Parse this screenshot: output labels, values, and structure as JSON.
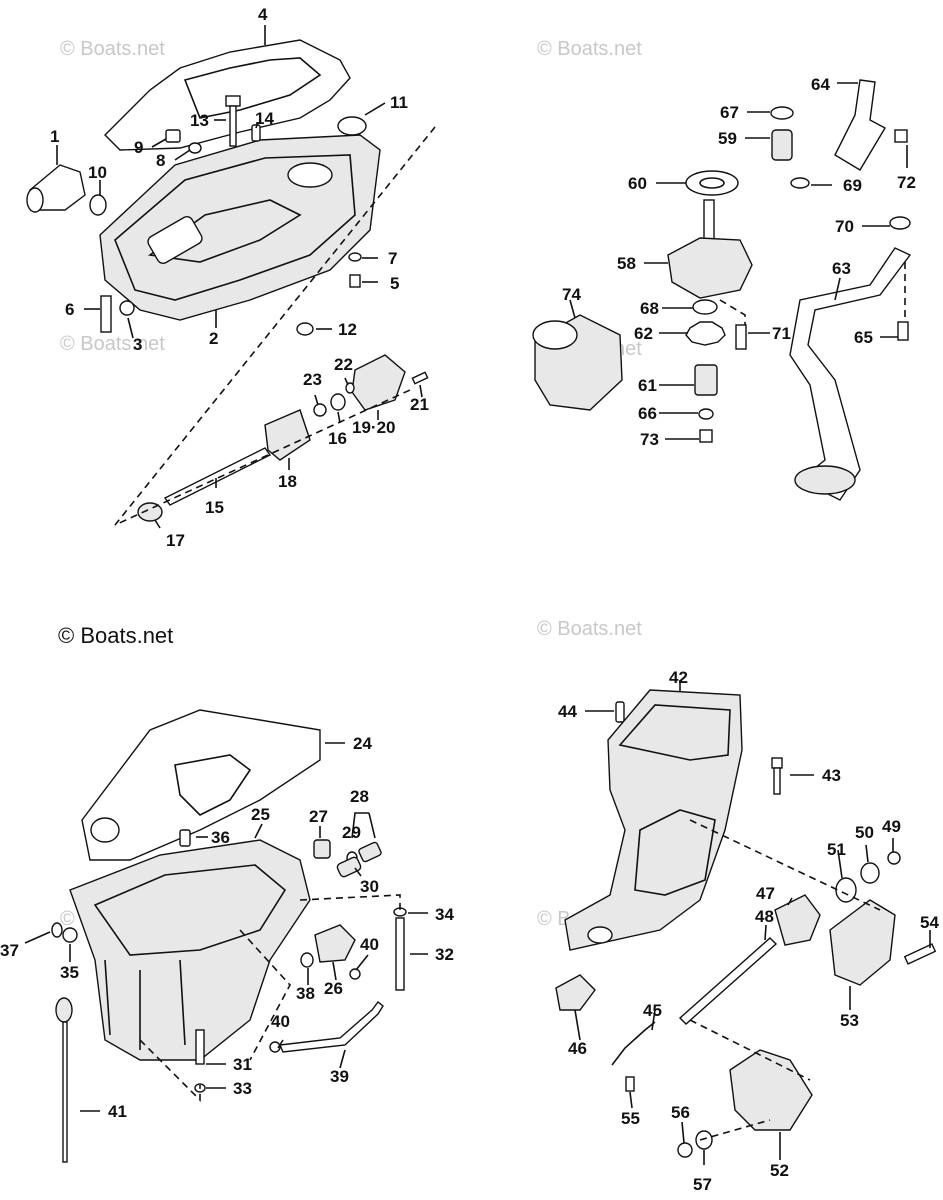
{
  "watermarks": {
    "q1": "© Boats.net",
    "q2": "© Boats.net",
    "q3": "© Boats.net",
    "q4": "© Boats.net",
    "q5": "© Boats.net",
    "q6": "© Boats.net",
    "q7": "© Boats.net",
    "q8": "© Boats.net"
  },
  "labels": {
    "n1": "1",
    "n2": "2",
    "n3": "3",
    "n4": "4",
    "n5": "5",
    "n6": "6",
    "n7": "7",
    "n8": "8",
    "n9": "9",
    "n10": "10",
    "n11": "11",
    "n12": "12",
    "n13": "13",
    "n14": "14",
    "n15": "15",
    "n16": "16",
    "n17": "17",
    "n18": "18",
    "n19_20": "19·20",
    "n21": "21",
    "n22": "22",
    "n23": "23",
    "n24": "24",
    "n25": "25",
    "n26": "26",
    "n27": "27",
    "n28": "28",
    "n29": "29",
    "n30": "30",
    "n31": "31",
    "n32": "32",
    "n33": "33",
    "n34": "34",
    "n35": "35",
    "n36": "36",
    "n37": "37",
    "n38": "38",
    "n39": "39",
    "n40a": "40",
    "n40b": "40",
    "n41": "41",
    "n42": "42",
    "n43": "43",
    "n44": "44",
    "n45": "45",
    "n46": "46",
    "n47": "47",
    "n48": "48",
    "n49": "49",
    "n50": "50",
    "n51": "51",
    "n52": "52",
    "n53": "53",
    "n54": "54",
    "n55": "55",
    "n56": "56",
    "n57": "57",
    "n58": "58",
    "n59": "59",
    "n60": "60",
    "n61": "61",
    "n62": "62",
    "n63": "63",
    "n64": "64",
    "n65": "65",
    "n66": "66",
    "n67": "67",
    "n68": "68",
    "n69": "69",
    "n70": "70",
    "n71": "71",
    "n72": "72",
    "n73": "73",
    "n74": "74"
  }
}
